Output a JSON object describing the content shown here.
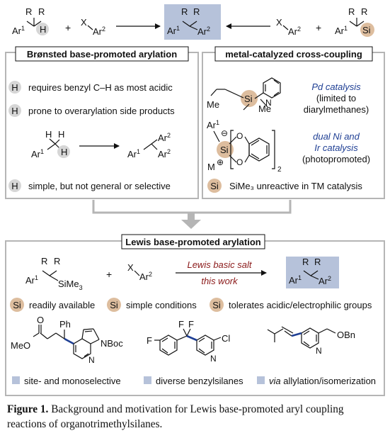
{
  "top": {
    "sub_r1": "R",
    "sub_r2": "R",
    "sub_ar1": "Ar",
    "sub_ar1_sup": "1",
    "sub_h": "H",
    "plus1": "+",
    "xar_x": "X",
    "xar_ar": "Ar",
    "xar_sup": "2",
    "prod_r1": "R",
    "prod_r2": "R",
    "prod_ar1": "Ar",
    "prod_ar1_sup": "1",
    "prod_ar2": "Ar",
    "prod_ar2_sup": "2",
    "xar2_x": "X",
    "xar2_ar": "Ar",
    "xar2_sup": "2",
    "plus2": "+",
    "si_r1": "R",
    "si_r2": "R",
    "si_ar1": "Ar",
    "si_ar1_sup": "1",
    "si_si": "Si"
  },
  "left_panel": {
    "title": "Brønsted base-promoted arylation",
    "badge": "H",
    "bullets": [
      "requires benzyl C–H as most acidic",
      "prone to overarylation side products",
      "simple, but not general or selective"
    ],
    "scheme": {
      "h1": "H",
      "h2": "H",
      "h3": "H",
      "ar": "Ar",
      "ar_sup": "1",
      "p_ar1": "Ar",
      "p_ar1_sup": "1",
      "p_ar2a": "Ar",
      "p_ar2a_sup": "2",
      "p_ar2b": "Ar",
      "p_ar2b_sup": "2"
    }
  },
  "right_panel": {
    "title": "metal-catalyzed cross-coupling",
    "pd_struct": {
      "me1": "Me",
      "si": "Si",
      "me2": "Me",
      "n": "N"
    },
    "pd_lines": [
      "Pd catalysis",
      "(limited to",
      "diarylmethanes)"
    ],
    "ni_struct": {
      "ar": "Ar",
      "ar_sup": "1",
      "minus": "⊖",
      "o1": "O",
      "o2": "O",
      "si": "Si",
      "m": "M",
      "plus": "⊕",
      "sub2": "2"
    },
    "ni_lines": [
      "dual Ni and",
      "Ir catalysis",
      "(photopromoted)"
    ],
    "badge": "Si",
    "bullet": "SiMe₃ unreactive in TM catalysis"
  },
  "bottom_panel": {
    "title": "Lewis base-promoted arylation",
    "reactant": {
      "r1": "R",
      "r2": "R",
      "ar": "Ar",
      "ar_sup": "1",
      "sime": "SiMe",
      "sime_sub": "3"
    },
    "plus": "+",
    "xar": {
      "x": "X",
      "ar": "Ar",
      "sup": "2"
    },
    "arrow_top": "Lewis basic salt",
    "arrow_bottom": "this work",
    "product": {
      "r1": "R",
      "r2": "R",
      "ar1": "Ar",
      "ar1_sup": "1",
      "ar2": "Ar",
      "ar2_sup": "2"
    },
    "badge": "Si",
    "features": [
      "readily available",
      "simple conditions",
      "tolerates acidic/electrophilic groups"
    ],
    "ex1": {
      "o": "O",
      "meo": "MeO",
      "ph": "Ph",
      "nboc": "NBoc",
      "n": "N"
    },
    "ex2": {
      "f1": "F",
      "f2": "F",
      "f3": "F",
      "cl": "Cl",
      "n": "N"
    },
    "ex3": {
      "obn": "OBn",
      "n": "N"
    },
    "notes": [
      "site- and monoselective",
      "diverse benzylsilanes",
      "via",
      "allylation/isomerization"
    ]
  },
  "caption": {
    "label": "Figure 1.",
    "text": "Background and motivation for Lewis base-promoted aryl coupling reactions of organotrimethylsilanes."
  },
  "colors": {
    "accent_blue": "#1f3f94",
    "highlight_blue": "#b6c2da",
    "badge_gray": "#d6d6d6",
    "badge_tan": "#ddbd9e",
    "frame_gray": "#b5b5b5",
    "text_red": "#8b1a1a"
  }
}
